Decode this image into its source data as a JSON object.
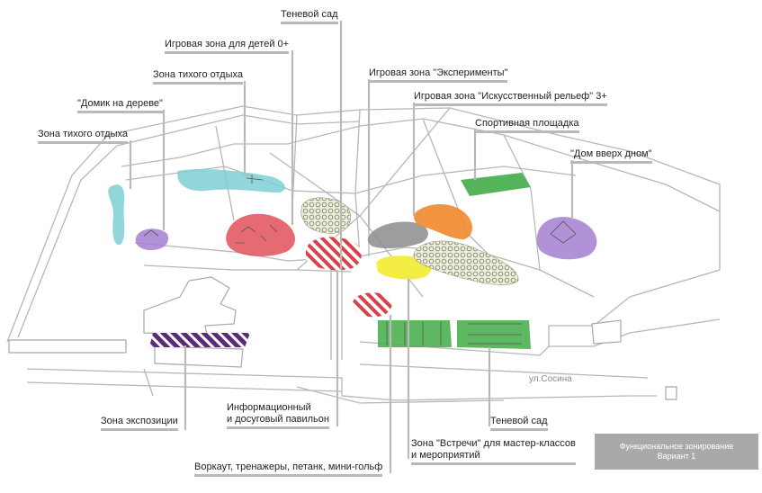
{
  "labels": {
    "shadow_garden_top": "Теневой сад",
    "kids_play_zone": "Игровая зона для детей 0+",
    "quiet_rest_zone_1": "Зона тихого отдыха",
    "tree_house": "\"Домик на дереве\"",
    "quiet_rest_zone_2": "Зона тихого отдыха",
    "experiments_zone": "Игровая зона \"Эксперименты\"",
    "artificial_relief_zone": "Игровая зона \"Искусственный рельеф\" 3+",
    "sports_ground": "Спортивная площадка",
    "upside_down_house": "\"Дом вверх дном\"",
    "exhibition_zone": "Зона экспозиции",
    "info_pavilion": "Информационный\nи досуговый павильон",
    "shadow_garden_bottom": "Теневой сад",
    "meeting_zone": "Зона \"Встречи\" для мастер-классов\nи мероприятий",
    "workout_zone": "Воркаут, тренажеры, петанк, мини-гольф"
  },
  "street": "ул.Сосина",
  "caption": {
    "line1": "Функциональное зонирование",
    "line2": "Вариант 1"
  },
  "colors": {
    "quiet_zone": "#7fcfd6",
    "purple_zone": "#a37ed0",
    "red_zone": "#e0505a",
    "stripe_red": "#d8424c",
    "gray_zone": "#8c8c8c",
    "orange_zone": "#f08a2c",
    "yellow_zone": "#f3ec3a",
    "green_zone": "#4caf50",
    "dark_purple": "#5b2a7a",
    "dotted_zone": "#9a9a7a",
    "leader_line": "#b9b9b9"
  }
}
